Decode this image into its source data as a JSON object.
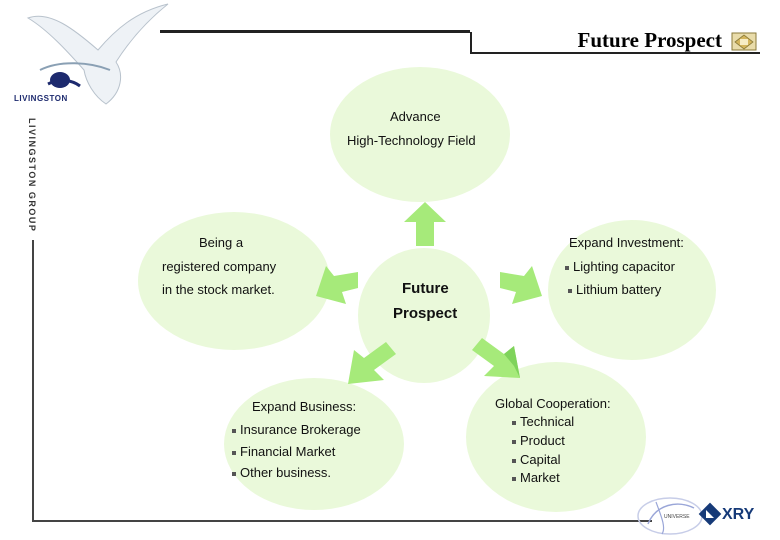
{
  "header": {
    "title": "Future Prospect",
    "logo_label": "LIVINGSTON",
    "vertical_brand": "LIVINGSTON GROUP"
  },
  "diagram": {
    "center": {
      "line1": "Future",
      "line2": "Prospect"
    },
    "top": {
      "line1": "Advance",
      "line2": "High-Technology Field"
    },
    "left": {
      "line1": "Being a",
      "line2": "registered company",
      "line3": "in the stock market."
    },
    "right": {
      "heading": "Expand Investment:",
      "items": [
        "Lighting capacitor",
        "Lithium battery"
      ]
    },
    "bottom_left": {
      "heading": "Expand Business:",
      "items": [
        "Insurance Brokerage",
        "Financial Market",
        "Other business."
      ]
    },
    "bottom_right": {
      "heading": "Global Cooperation:",
      "items": [
        "Technical",
        "Product",
        "Capital",
        "Market"
      ]
    }
  },
  "footer": {
    "logo_small": "UNIVERSE",
    "brand": "XRY"
  },
  "colors": {
    "bubble": "#eaf9da",
    "arrow": "#a6ea7a",
    "arrow_dark": "#7fd35b",
    "brand_blue": "#163a78"
  }
}
